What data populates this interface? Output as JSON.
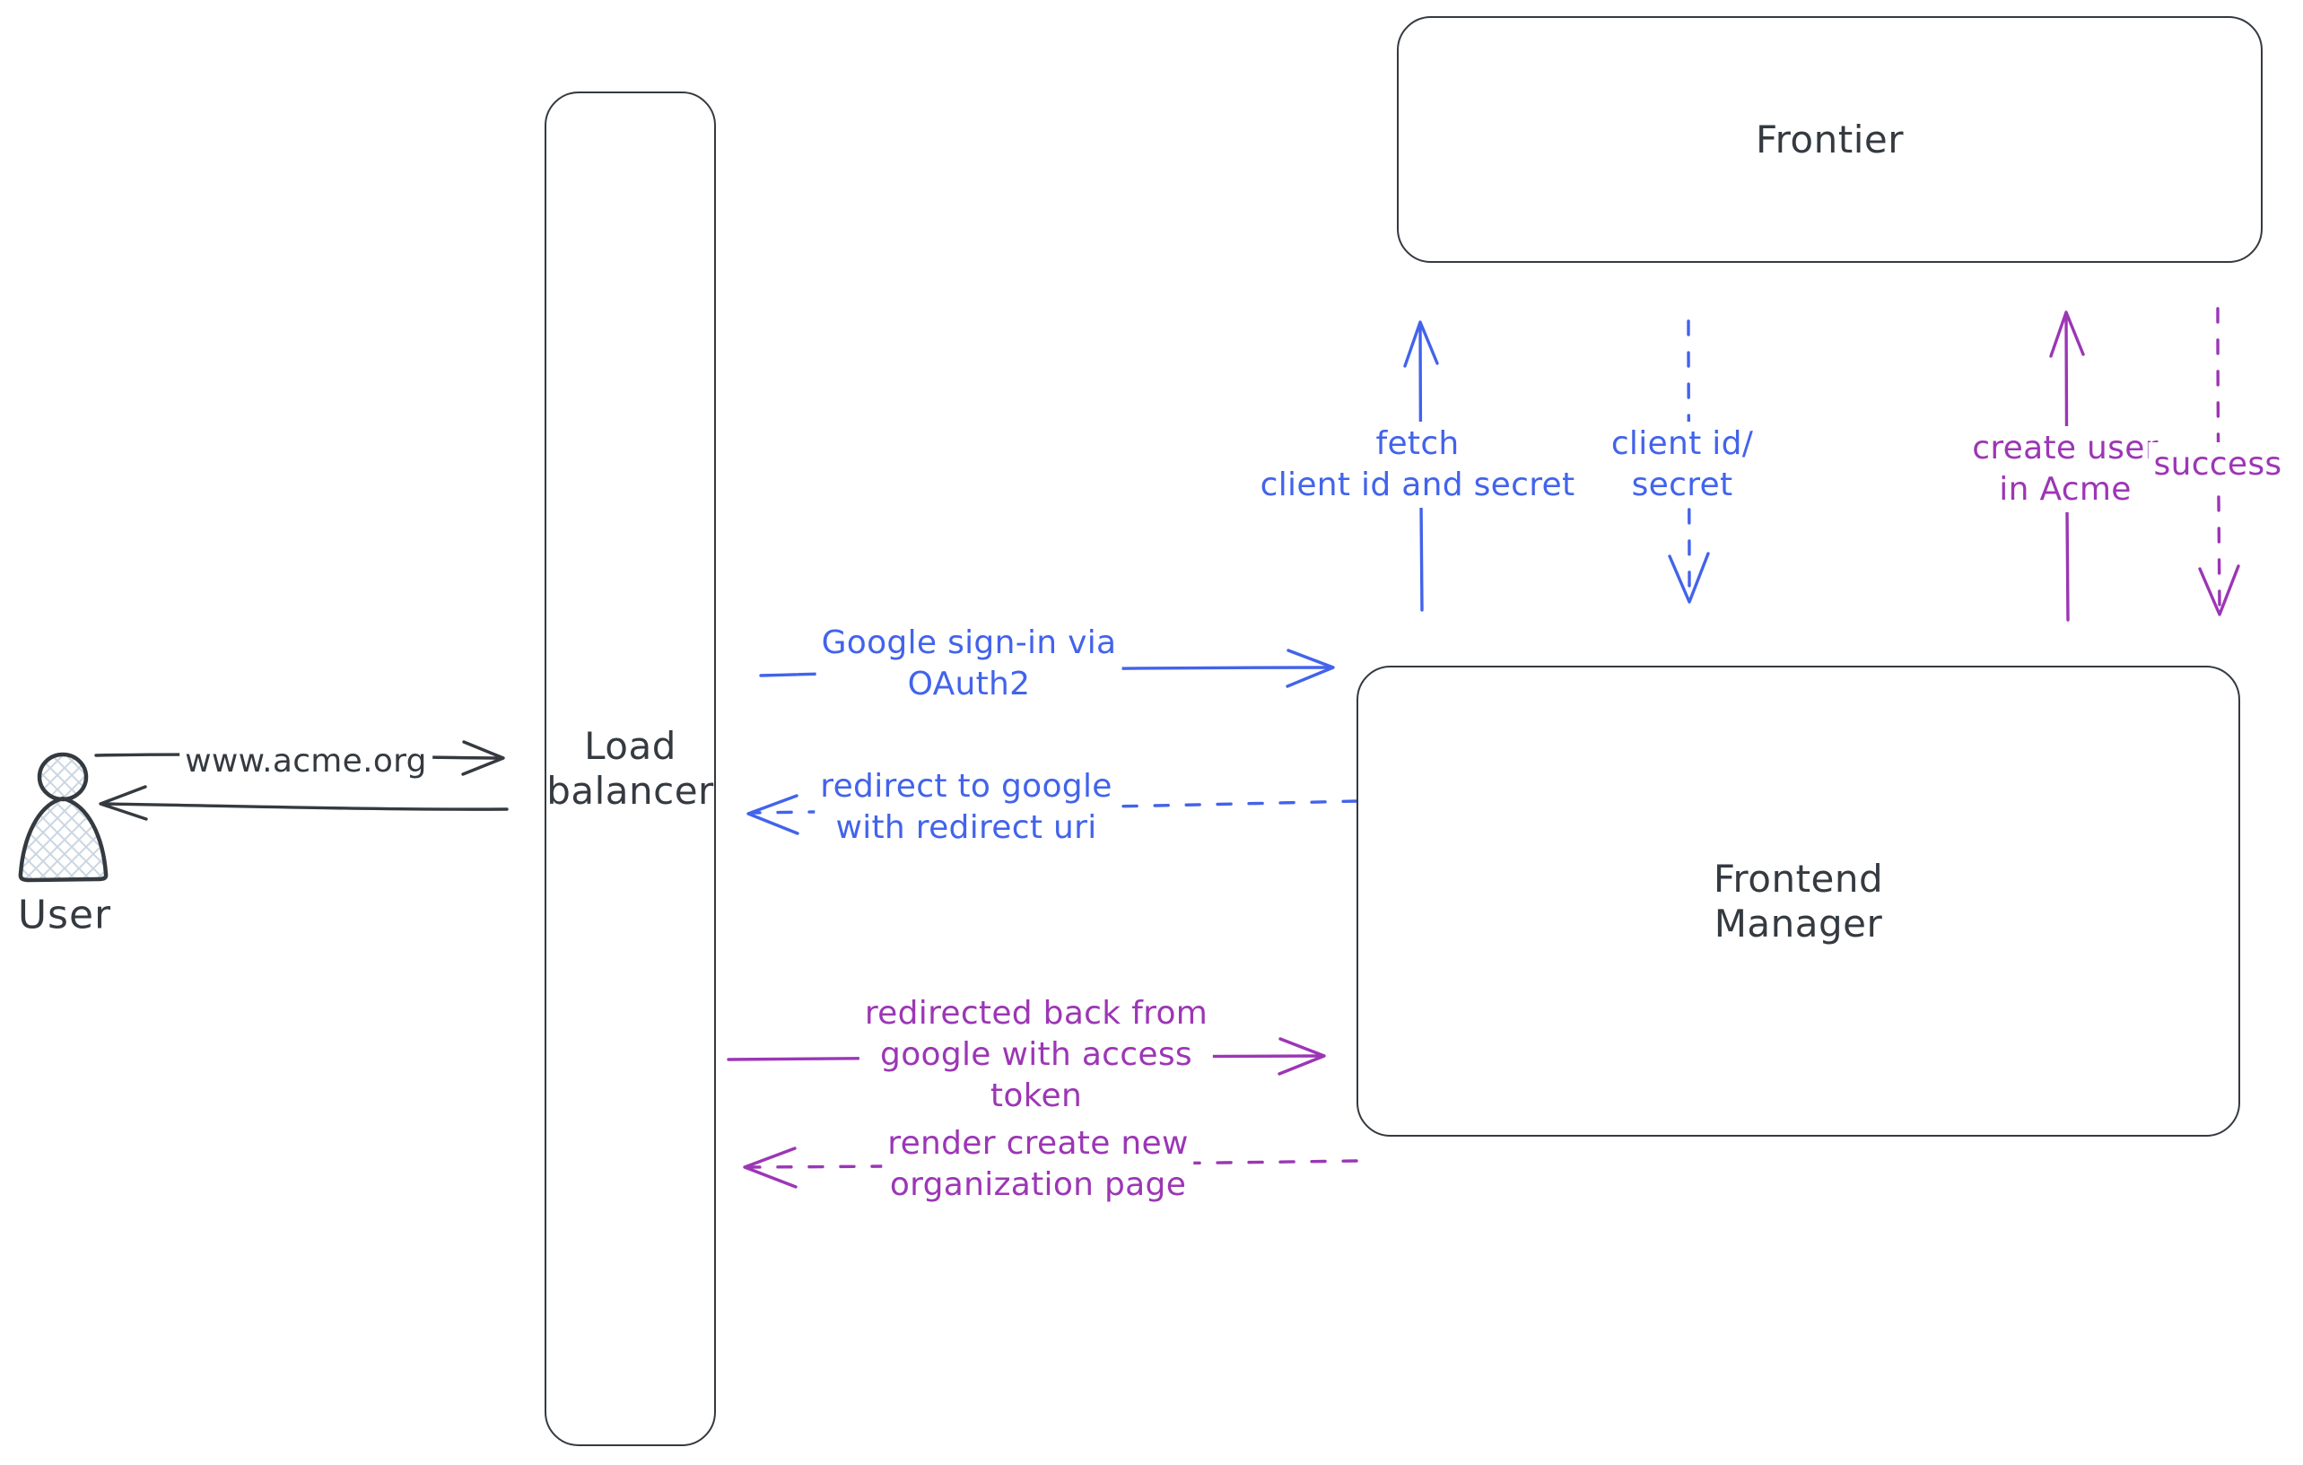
{
  "nodes": {
    "user": {
      "label": "User"
    },
    "load_balancer": {
      "label": "Load\nbalancer"
    },
    "frontier": {
      "label": "Frontier"
    },
    "frontend_manager": {
      "label": "Frontend\nManager"
    }
  },
  "edges": {
    "user_to_lb": {
      "label": "www.acme.org",
      "style": "solid",
      "color": "#343a40"
    },
    "lb_to_user": {
      "label": "",
      "style": "solid",
      "color": "#343a40"
    },
    "google_signin": {
      "label": "Google sign-in via\nOAuth2",
      "style": "solid",
      "color": "#4263eb"
    },
    "redirect_google": {
      "label": "redirect to google\nwith redirect uri",
      "style": "dashed",
      "color": "#4263eb"
    },
    "redirected_back": {
      "label": "redirected back from\ngoogle with access\ntoken",
      "style": "solid",
      "color": "#9c36b5"
    },
    "render_page": {
      "label": "render create new\norganization page",
      "style": "dashed",
      "color": "#9c36b5"
    },
    "fetch_secret": {
      "label": "fetch\nclient id and secret",
      "style": "solid",
      "color": "#4263eb"
    },
    "client_id_secret": {
      "label": "client id/\nsecret",
      "style": "dashed",
      "color": "#4263eb"
    },
    "create_user": {
      "label": "create user\nin Acme",
      "style": "solid",
      "color": "#9c36b5"
    },
    "success": {
      "label": "success",
      "style": "dashed",
      "color": "#9c36b5"
    }
  },
  "colors": {
    "ink": "#343a40",
    "blue": "#4263eb",
    "purple": "#9c36b5",
    "hatch_fill": "#cbd6e2",
    "background": "#ffffff"
  }
}
